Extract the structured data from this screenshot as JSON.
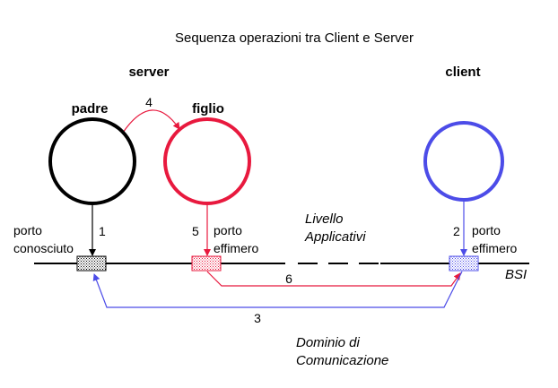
{
  "title": "Sequenza operazioni tra Client e Server",
  "groups": {
    "server": "server",
    "client": "client"
  },
  "processes": {
    "padre": "padre",
    "figlio": "figlio"
  },
  "ports": {
    "padre_line1": "porto",
    "padre_line2": "conosciuto",
    "figlio_line1": "porto",
    "figlio_line2": "effimero",
    "client_line1": "porto",
    "client_line2": "effimero"
  },
  "layers": {
    "app_line1": "Livello",
    "app_line2": "Applicativi",
    "bsi": "BSI",
    "domain_line1": "Dominio di",
    "domain_line2": "Comunicazione"
  },
  "steps": {
    "s1": "1",
    "s2": "2",
    "s3": "3",
    "s4": "4",
    "s5": "5",
    "s6": "6"
  },
  "colors": {
    "padre": "#000000",
    "figlio": "#e8193e",
    "client": "#4c4ce8"
  }
}
